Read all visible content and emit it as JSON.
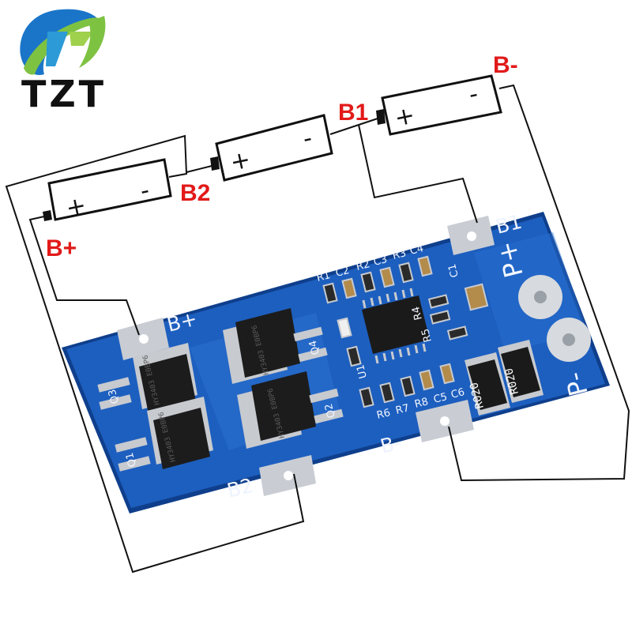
{
  "logo": {
    "text": "TZT"
  },
  "battery_symbols": {
    "plus": "+",
    "minus": "-"
  },
  "terminals": {
    "b_plus": "B+",
    "b_minus": "B-",
    "b1": "B1",
    "b2": "B2"
  },
  "board": {
    "pad_b_plus": "B+",
    "pad_b_minus": "B-",
    "pad_b1": "B1",
    "pad_b2": "B2",
    "p_plus": "P+",
    "p_minus": "P-",
    "silkscreen": {
      "r1": "R1",
      "c2": "C2",
      "r2": "R2",
      "c3": "C3",
      "r3": "R3",
      "c4": "C4",
      "c1": "C1",
      "r4": "R4",
      "r5": "R5",
      "u1": "U1",
      "r6": "R6",
      "r7": "R7",
      "r8": "R8",
      "c5": "C5",
      "c6": "C6",
      "q1": "Q1",
      "q2": "Q2",
      "q3": "Q3",
      "q4": "Q4"
    },
    "resistor_value": "R020",
    "mosfet_marking": "HY3403 E0BP6"
  },
  "colors": {
    "pcb": "#1d5fbf",
    "pcb_edge": "#0f3f8c",
    "label_red": "#e21a1a",
    "pad": "#c9cdd3",
    "logo_green": "#7ec242",
    "logo_blue": "#1a75c9"
  }
}
